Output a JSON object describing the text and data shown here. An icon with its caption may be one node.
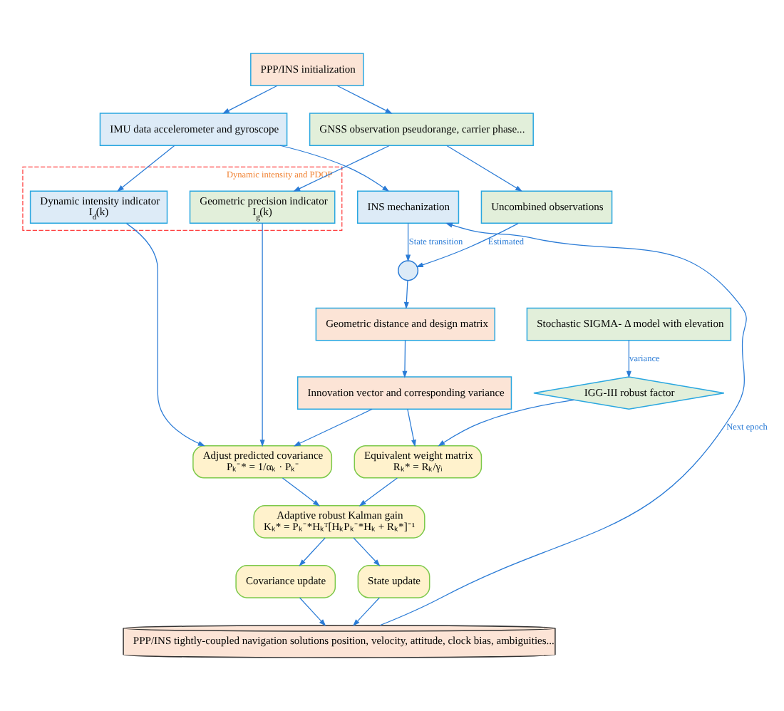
{
  "diagram": {
    "nodes": [
      {
        "text": [
          "PPP/INS initialization"
        ]
      },
      {
        "text": [
          "IMU data accelerometer and gyroscope"
        ]
      },
      {
        "text": [
          "GNSS observation pseudorange, carrier phase..."
        ]
      },
      {
        "text": [
          "INS mechanization"
        ]
      },
      {
        "text": [
          "Uncombined observations"
        ]
      },
      {
        "text": [],
        "shape": "circle"
      },
      {
        "text": [
          "Stochastic SIGMA- Δ model with elevation"
        ]
      },
      {
        "text": [
          "Geometric distance and design matrix"
        ]
      },
      {
        "text": [
          "Dynamic intensity and PDOP"
        ]
      },
      {
        "text": [
          "Dynamic intensity indicator",
          "I$_{d}$(k)"
        ],
        "in": 8
      },
      {
        "text": [
          "Geometric precision indicator",
          "I$_{g}$(k)"
        ],
        "in": 8
      },
      {
        "text": [
          "IGG-III robust factor"
        ]
      },
      {
        "text": [
          "Innovation vector and corresponding variance"
        ]
      },
      {
        "text": [
          "Equivalent weight matrix",
          "Rₖ* = Rₖ/γᵢ"
        ]
      },
      {
        "text": [
          "Adjust predicted covariance",
          "Pₖ⁻* = 1/αₖ · Pₖ⁻"
        ]
      },
      {
        "text": [
          "Adaptive robust Kalman gain",
          "Kₖ* = Pₖ⁻*Hₖᵀ[HₖPₖ⁻*Hₖ + Rₖ*]⁻¹"
        ]
      },
      {
        "text": [
          "State update"
        ]
      },
      {
        "text": [
          "Covariance update"
        ]
      },
      {
        "text": [
          "PPP/INS tightly-coupled navigation solutions position, velocity, attitude, clock bias, ambiguities..."
        ]
      }
    ],
    "edges": [
      {
        "from": 0,
        "to": 1,
        "arrow": "to"
      },
      {
        "from": 0,
        "to": 2,
        "arrow": "to"
      },
      {
        "from": 1,
        "to": 3,
        "arrow": "to"
      },
      {
        "from": 2,
        "to": 4,
        "arrow": "to"
      },
      {
        "from": 3,
        "to": 5,
        "arrow": "to",
        "label": "State transition"
      },
      {
        "from": 4,
        "to": 5,
        "arrow": "to",
        "label": "Estimated"
      },
      {
        "from": 1,
        "to": 9,
        "arrow": "to"
      },
      {
        "from": 2,
        "to": 10,
        "arrow": "to"
      },
      {
        "from": 5,
        "to": 7,
        "arrow": "to"
      },
      {
        "from": 6,
        "to": 11,
        "arrow": "to",
        "label": "variance"
      },
      {
        "from": 7,
        "to": 12,
        "arrow": "to"
      },
      {
        "from": 11,
        "to": 13,
        "arrow": "to"
      },
      {
        "from": 12,
        "to": 13,
        "arrow": "to"
      },
      {
        "from": 12,
        "to": 14,
        "arrow": "to"
      },
      {
        "from": 9,
        "to": 14,
        "arrow": "to"
      },
      {
        "from": 10,
        "to": 14,
        "arrow": "to"
      },
      {
        "from": 13,
        "to": 15,
        "arrow": "to"
      },
      {
        "from": 14,
        "to": 15,
        "arrow": "to"
      },
      {
        "from": 15,
        "to": 16,
        "arrow": "to"
      },
      {
        "from": 15,
        "to": 17,
        "arrow": "to"
      },
      {
        "from": 16,
        "to": 18,
        "arrow": "to"
      },
      {
        "from": 17,
        "to": 18,
        "arrow": "to"
      },
      {
        "from": 18,
        "to": 3,
        "arrow": "to",
        "label": "Next epoch"
      }
    ]
  }
}
